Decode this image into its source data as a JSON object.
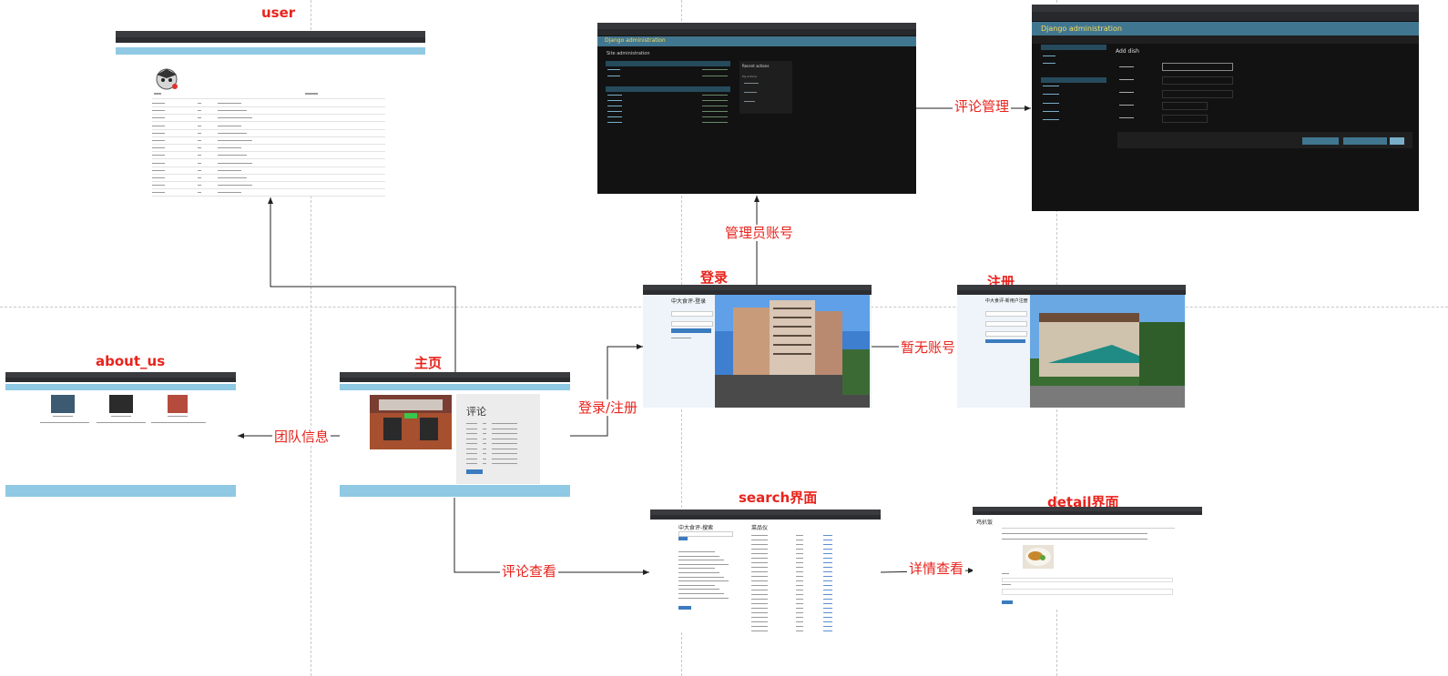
{
  "nodes": {
    "user": "user",
    "admin": "",
    "add_dish": "",
    "login": "登录",
    "register": "注册",
    "about_us": "about_us",
    "home": "主页",
    "search": "search界面",
    "detail": "detail界面"
  },
  "edges": {
    "comment_manage": "评论管理",
    "admin_account": "管理员账号",
    "no_account": "暂无账号",
    "login_register": "登录/注册",
    "team_info": "团队信息",
    "comment_view": "评论查看",
    "detail_view": "详情查看"
  },
  "screens": {
    "admin_header": "Django administration",
    "admin_site": "Site administration",
    "admin_recent": "Recent actions",
    "admin_my_actions": "My actions",
    "add_dish_header": "Django administration",
    "add_dish_title": "Add dish",
    "login_title": "中大食评-登录",
    "register_title": "中大食评-新用户注册",
    "home_heading": "评论",
    "search_title": "中大食评-搜索",
    "search_list_title": "菜品仪",
    "detail_title": "鸡扒饭"
  },
  "colors": {
    "label_red": "#e8231c",
    "admin_teal": "#417690",
    "admin_dark": "#121212",
    "light_blue": "#8fc9e3"
  }
}
